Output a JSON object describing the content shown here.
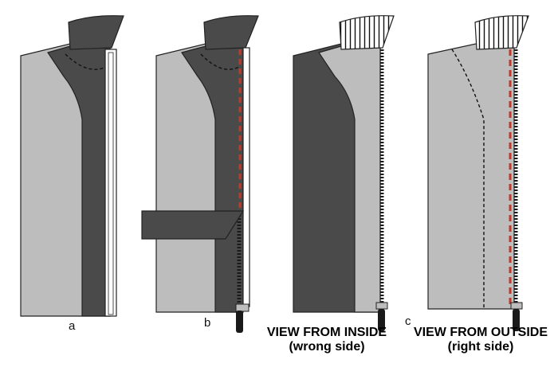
{
  "labels": {
    "a": "a",
    "b": "b",
    "c": "c"
  },
  "captions": {
    "inside_line1": "VIEW FROM INSIDE",
    "inside_line2": "(wrong side)",
    "outside_line1": "VIEW FROM OUTSIDE",
    "outside_line2": "(right side)"
  },
  "colors": {
    "garment_light": "#bdbdbd",
    "facing_dark": "#4a4a4a",
    "outline": "#222222",
    "stitch_red": "#c0392b",
    "zipper_teeth": "#1a1a1a",
    "background": "#ffffff"
  }
}
